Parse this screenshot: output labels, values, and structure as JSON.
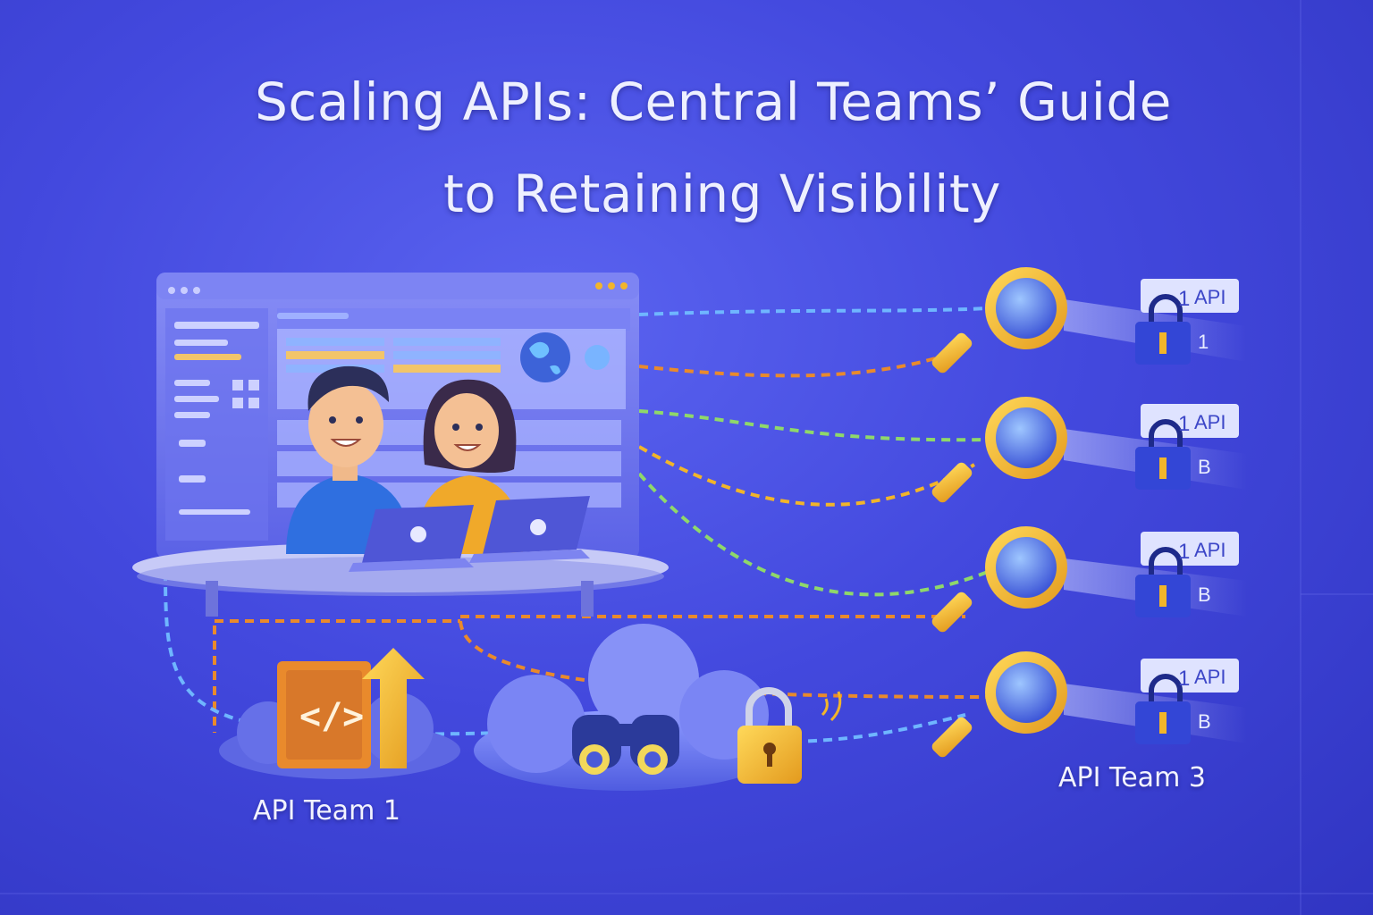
{
  "title": {
    "line1": "Scaling APIs: Central Teams’ Guide",
    "line2": "to Retaining Visibility"
  },
  "labels": {
    "team1": "API Team 1",
    "team3": "API Team 3"
  },
  "api_badges": [
    {
      "tag": "API",
      "sub": "1",
      "num": "1"
    },
    {
      "tag": "API",
      "sub": "B",
      "num": "1"
    },
    {
      "tag": "API",
      "sub": "B",
      "num": "1"
    },
    {
      "tag": "API",
      "sub": "B",
      "num": "1"
    }
  ],
  "code_icon_text": "</>",
  "colors": {
    "background": "#4349de",
    "accent_yellow": "#f2b52a",
    "accent_orange": "#e98a2c",
    "line_green": "#8fd86a",
    "line_blue": "#6fb6ff"
  },
  "icons": [
    "magnifier-icon",
    "lock-icon",
    "binoculars-icon",
    "cloud-icon",
    "code-icon",
    "upload-arrow-icon",
    "laptop-icon",
    "globe-icon"
  ]
}
